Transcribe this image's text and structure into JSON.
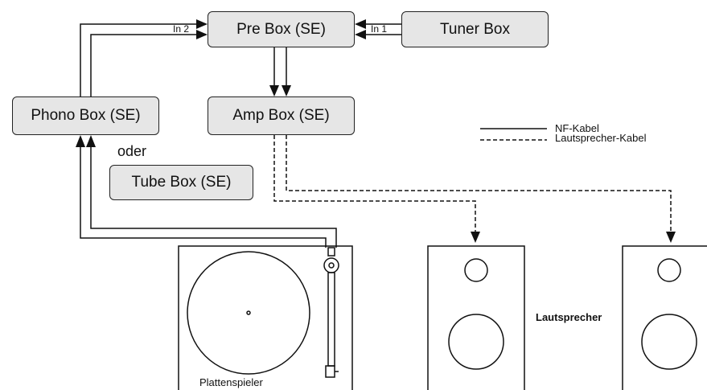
{
  "boxes": {
    "pre": "Pre Box (SE)",
    "tuner": "Tuner Box",
    "amp": "Amp Box (SE)",
    "phono": "Phono Box (SE)",
    "tube": "Tube Box (SE)"
  },
  "inputs": {
    "in1": "In 1",
    "in2": "In 2"
  },
  "alternative_label": "oder",
  "legend": {
    "nf_cable": "NF-Kabel",
    "speaker_cable": "Lautsprecher-Kabel"
  },
  "speaker_label": "Lautsprecher",
  "turntable_label": "Plattenspieler",
  "colors": {
    "box_fill": "#e6e6e6",
    "line": "#111111"
  }
}
